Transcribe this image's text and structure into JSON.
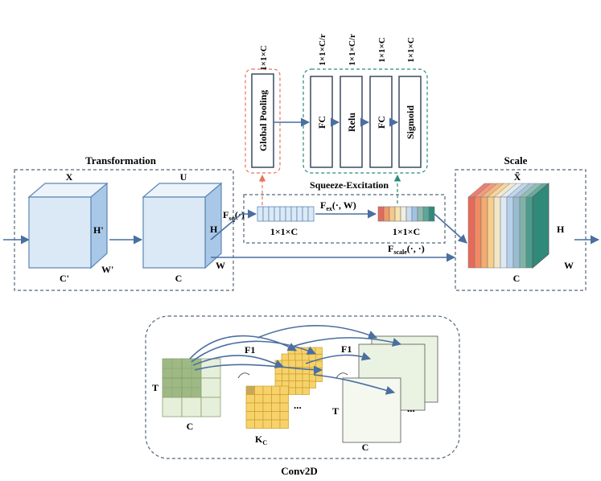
{
  "labels": {
    "transformation": "Transformation",
    "scale": "Scale",
    "squeeze_excitation": "Squeeze-Excitation",
    "conv2d": "Conv2D",
    "x": "X",
    "h_prime": "H'",
    "w_prime": "W'",
    "c_prime": "C'",
    "u": "U",
    "h": "H",
    "w": "W",
    "c": "C",
    "f_sq": "F",
    "f_sq_sub": "sq",
    "f_sq_arg": "(·)",
    "f_ex": "F",
    "f_ex_sub": "ex",
    "f_ex_arg": "(·, W)",
    "f_scale": "F",
    "f_scale_sub": "scale",
    "f_scale_arg": "(·, ·)",
    "vec_1x1xc_left": "1×1×C",
    "vec_1x1xc_right": "1×1×C",
    "x_tilde": "X̃",
    "scale_h": "H",
    "scale_w": "W",
    "scale_c": "C"
  },
  "blocks": {
    "global_pooling": "Global Pooling",
    "fc1": "FC",
    "relu": "Relu",
    "fc2": "FC",
    "sigmoid": "Sigmoid"
  },
  "dims": {
    "global_pooling": "1×1×C",
    "fc1": "1×1×C/r",
    "relu": "1×1×C/r",
    "fc2": "1×1×C",
    "sigmoid": "1×1×C"
  },
  "conv2d": {
    "t_left": "T",
    "c_left": "C",
    "f1_a": "F1",
    "f1_b": "F1",
    "k": "K",
    "k_sub": "C",
    "t_right": "T",
    "c_right": "C",
    "dots_a": "...",
    "dots_b": "..."
  },
  "colors": {
    "cube_front": "#dbe9f6",
    "cube_top": "#ecf3fb",
    "cube_side": "#a9c8e8",
    "cube_stroke": "#5b86b5",
    "arrow": "#4a6fa0",
    "gp_box": "#e8735a",
    "se_box": "#2a8a7a",
    "grid_dark": "#9fb985",
    "grid_light": "#e6efd9",
    "kernel_fill": "#f7d26a",
    "kernel_stroke": "#c9a030",
    "feature_fill": "#eaf3e2",
    "channel_colors": [
      "#e66a5a",
      "#f09a6a",
      "#f4c98a",
      "#f6e3b0",
      "#f3ede0",
      "#c9ddf0",
      "#9fc3e6",
      "#8fb9b0",
      "#5aa89a",
      "#2f8a7a"
    ],
    "scale_slices": [
      "#e66a5a",
      "#f08a64",
      "#f4aa70",
      "#f6cf8a",
      "#f2e6c8",
      "#dce8f2",
      "#b6d0ea",
      "#98bcd0",
      "#7fb3a8",
      "#4c9c8c"
    ]
  }
}
